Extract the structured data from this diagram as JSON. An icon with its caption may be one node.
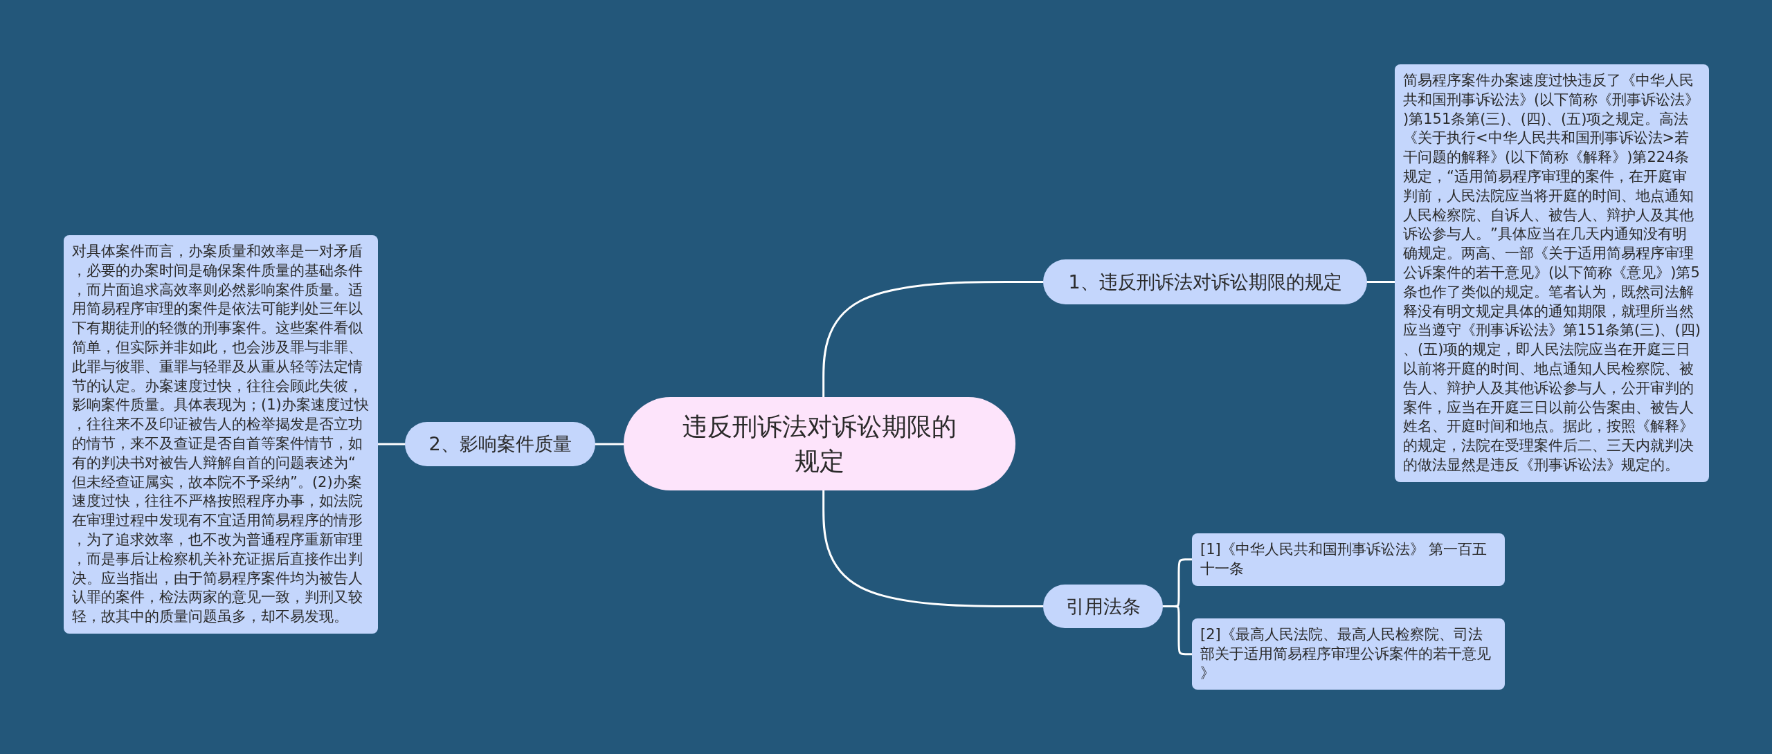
{
  "diagram": {
    "nodes": [
      {
        "text": [
          "违反刑诉法对诉讼期限的规定"
        ]
      },
      {
        "text": [
          "1、违反刑诉法对诉讼期限的规定"
        ]
      },
      {
        "text": [
          "简易程序案件办案速度过快违反了《中华人民共和国刑事诉讼法》(以下简称《刑事诉讼法》)第151条第(三)、(四)、(五)项之规定。高法《关于执行<中华人民共和国刑事诉讼法>若干问题的解释》(以下简称《解释》)第224条规定，“适用简易程序审理的案件，在开庭审判前，人民法院应当将开庭的时间、地点通知人民检察院、自诉人、被告人、辩护人及其他诉讼参与人。”具体应当在几天内通知没有明确规定。两高、一部《关于适用简易程序审理公诉案件的若干意见》(以下简称《意见》)第5条也作了类似的规定。笔者认为，既然司法解释没有明文规定具体的通知期限，就理所当然应当遵守《刑事诉讼法》第151条第(三)、(四)、(五)项的规定，即人民法院应当在开庭三日以前将开庭的时间、地点通知人民检察院、被告人、辩护人及其他诉讼参与人，公开审判的案件，应当在开庭三日以前公告案由、被告人姓名、开庭时间和地点。据此，按照《解释》的规定，法院在受理案件后二、三天内就判决的做法显然是违反《刑事诉讼法》规定的。"
        ]
      },
      {
        "text": [
          "2、影响案件质量"
        ]
      },
      {
        "text": [
          "对具体案件而言，办案质量和效率是一对矛盾，必要的办案时间是确保案件质量的基础条件，而片面追求高效率则必然影响案件质量。适用简易程序审理的案件是依法可能判处三年以下有期徒刑的轻微的刑事案件。这些案件看似简单，但实际并非如此，也会涉及罪与非罪、此罪与彼罪、重罪与轻罪及从重从轻等法定情节的认定。办案速度过快，往往会顾此失彼，影响案件质量。具体表现为；(1)办案速度过快，往往来不及印证被告人的检举揭发是否立功的情节，来不及查证是否自首等案件情节，如有的判决书对被告人辩解自首的问题表述为“但未经查证属实，故本院不予采纳”。(2)办案速度过快，往往不严格按照程序办事，如法院在审理过程中发现有不宜适用简易程序的情形，为了追求效率，也不改为普通程序重新审理，而是事后让检察机关补充证据后直接作出判决。应当指出，由于简易程序案件均为被告人认罪的案件，检法两家的意见一致，判刑又较轻，故其中的质量问题虽多，却不易发现。"
        ]
      },
      {
        "text": [
          "引用法条"
        ]
      },
      {
        "text": [
          "[1]《中华人民共和国刑事诉讼法》 第一百五十一条"
        ]
      },
      {
        "text": [
          "[2]《最高人民法院、最高人民检察院、司法部关于适用简易程序审理公诉案件的若干意见》"
        ]
      }
    ],
    "edges": [
      {
        "from": 0,
        "to": 1,
        "arrow": "none"
      },
      {
        "from": 1,
        "to": 2,
        "arrow": "none"
      },
      {
        "from": 0,
        "to": 3,
        "arrow": "none"
      },
      {
        "from": 3,
        "to": 4,
        "arrow": "none"
      },
      {
        "from": 0,
        "to": 5,
        "arrow": "none"
      },
      {
        "from": 5,
        "to": 6,
        "arrow": "none"
      },
      {
        "from": 5,
        "to": 7,
        "arrow": "none"
      }
    ]
  }
}
